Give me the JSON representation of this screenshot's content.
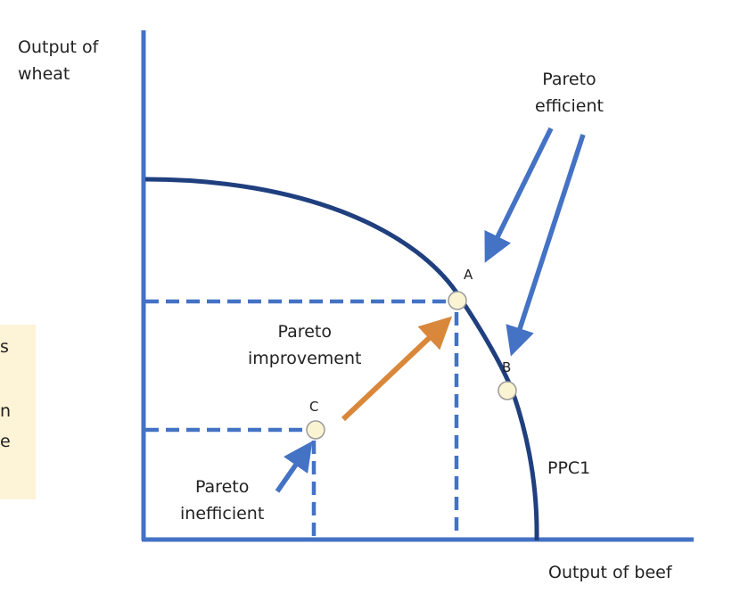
{
  "diagram": {
    "y_axis_label": "Output of\nwheat",
    "x_axis_label": "Output of beef",
    "curve_label": "PPC1",
    "points": {
      "a": "A",
      "b": "B",
      "c": "C"
    },
    "annotations": {
      "efficient": "Pareto\nefficient",
      "improvement": "Pareto\nimprovement",
      "inefficient": "Pareto\ninefficient"
    },
    "colors": {
      "axis": "#4472c4",
      "curve": "#1f3f7f",
      "dashed": "#4472c4",
      "arrow_blue": "#4472c4",
      "arrow_orange": "#d9873a",
      "point_fill": "#fbf4d3",
      "panel": "#fdf3d6"
    }
  },
  "side_panel": {
    "chars": [
      "s",
      "n",
      "e"
    ]
  }
}
